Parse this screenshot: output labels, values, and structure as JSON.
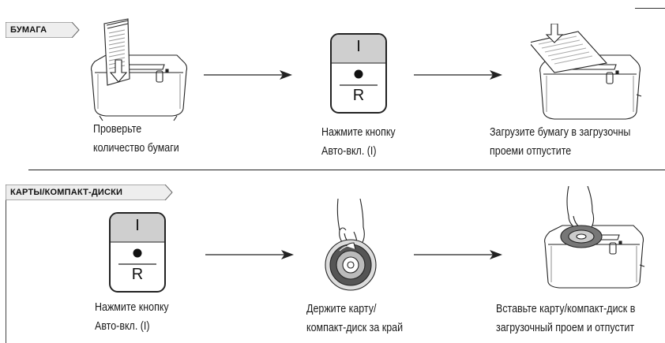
{
  "sections": [
    {
      "tag": "БУМАГА",
      "steps": [
        {
          "line1": "Проверьте",
          "line2": "количество бумаги"
        },
        {
          "line1": "Нажмите кнопку",
          "line2": "Авто-вкл. (I)"
        },
        {
          "line1": "Загрузите бумагу в загрузочны",
          "line2": "проеми отпустите"
        }
      ]
    },
    {
      "tag": "КАРТЫ/КОМПАКТ-ДИСКИ",
      "steps": [
        {
          "line1": "Нажмите кнопку",
          "line2": "Авто-вкл. (I)"
        },
        {
          "line1": "Держите карту/",
          "line2": "компакт-диск за край"
        },
        {
          "line1": "Вставьте карту/компакт-диск в",
          "line2": "загрузочный проем и отпустит"
        }
      ]
    }
  ],
  "switch": {
    "top": "I",
    "bottom": "R"
  }
}
